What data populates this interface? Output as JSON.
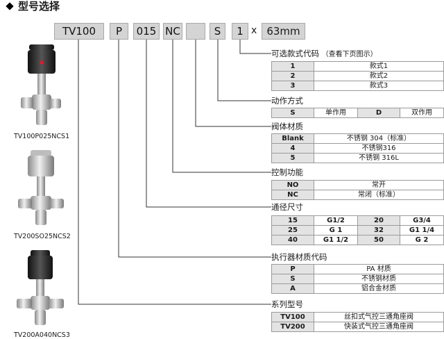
{
  "title": "型号选择",
  "code": {
    "segments": [
      "TV100",
      "P",
      "015",
      "NC",
      "",
      "S",
      "1"
    ],
    "multiply": "x",
    "length": "63mm"
  },
  "sections": {
    "style": {
      "heading": "可选款式代码",
      "note": "（查看下页图示）",
      "rows": [
        [
          "1",
          "款式1"
        ],
        [
          "2",
          "款式2"
        ],
        [
          "3",
          "款式3"
        ]
      ]
    },
    "action": {
      "heading": "动作方式",
      "rows": [
        [
          "S",
          "单作用",
          "D",
          "双作用"
        ]
      ]
    },
    "body": {
      "heading": "阀体材质",
      "rows": [
        [
          "Blank",
          "不锈钢 304（标准）"
        ],
        [
          "4",
          "不锈钢316"
        ],
        [
          "5",
          "不锈钢 316L"
        ]
      ]
    },
    "control": {
      "heading": "控制功能",
      "rows": [
        [
          "NO",
          "常开"
        ],
        [
          "NC",
          "常闭（标准）"
        ]
      ]
    },
    "size": {
      "heading": "通径尺寸",
      "rows": [
        [
          "15",
          "G1/2",
          "20",
          "G3/4"
        ],
        [
          "25",
          "G 1",
          "32",
          "G1 1/4"
        ],
        [
          "40",
          "G1 1/2",
          "50",
          "G 2"
        ]
      ]
    },
    "actuator": {
      "heading": "执行器材质代码",
      "rows": [
        [
          "P",
          "PA 材质"
        ],
        [
          "S",
          "不锈钢材质"
        ],
        [
          "A",
          "铝合金材质"
        ]
      ]
    },
    "series": {
      "heading": "系列型号",
      "rows": [
        [
          "TV100",
          "丝扣式气控三通角座阀"
        ],
        [
          "TV200",
          "快装式气控三通角座阀"
        ]
      ]
    }
  },
  "captions": [
    "TV100P025NCS1",
    "TV200SO25NCS2",
    "TV200A040NCS3"
  ]
}
